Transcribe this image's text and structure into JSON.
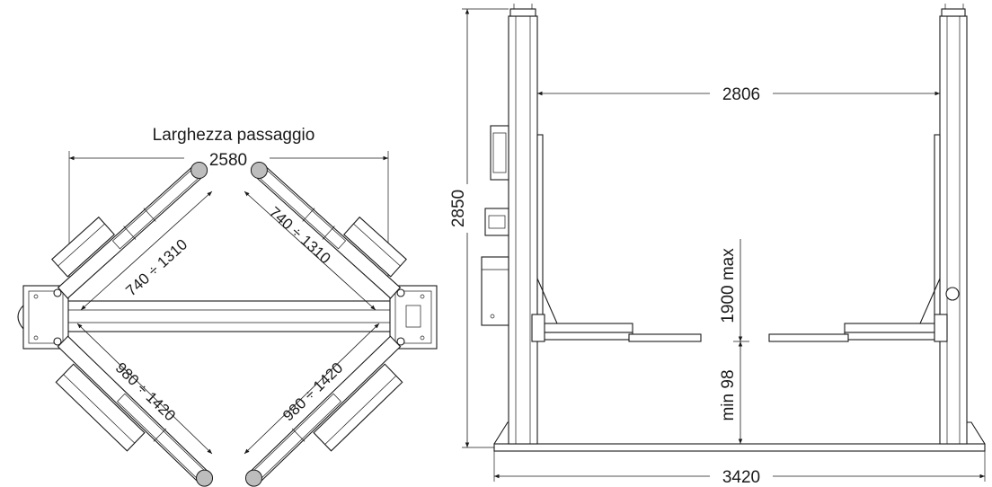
{
  "diagram": {
    "labels": {
      "passage_title": "Larghezza passaggio",
      "passage_width": "2580",
      "front_arm_range_left": "740 ÷ 1310",
      "front_arm_range_right": "740 ÷ 1310",
      "rear_arm_range_left": "980 ÷ 1420",
      "rear_arm_range_right": "980 ÷ 1420",
      "column_gap": "2806",
      "total_height": "2850",
      "max_lift": "1900 max",
      "min_height": "min 98",
      "total_width": "3420"
    }
  }
}
